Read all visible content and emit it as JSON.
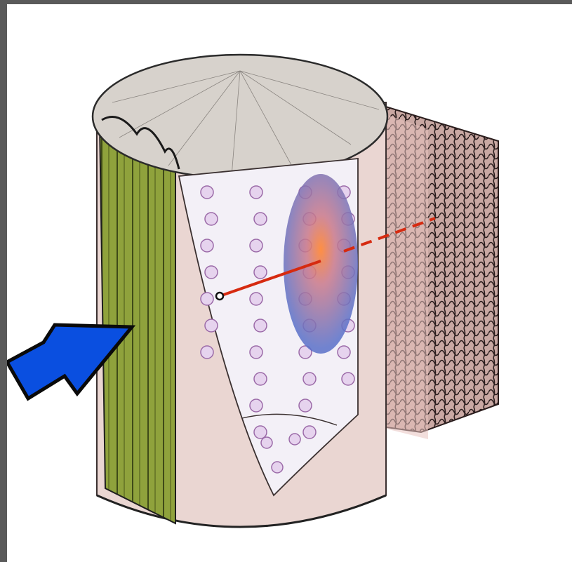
{
  "figure": {
    "background": "#ffffff",
    "frame_color": "#5a5a5a",
    "components": [
      {
        "name": "outer-cylinder",
        "color": "#ead6d2"
      },
      {
        "name": "cylinder-lid",
        "color": "#d7d2cc"
      },
      {
        "name": "green-filter-strip",
        "color": "#8fa23c"
      },
      {
        "name": "cutaway-dotted-panel",
        "color": "#f3f0f7"
      },
      {
        "name": "mesh-block",
        "color": "#2a1d1d"
      },
      {
        "name": "blue-ellipse-zone",
        "color": "#5a70c8"
      },
      {
        "name": "inflow-arrow",
        "color": "#0a4fe0"
      },
      {
        "name": "red-line",
        "color": "#d62a10"
      }
    ]
  }
}
